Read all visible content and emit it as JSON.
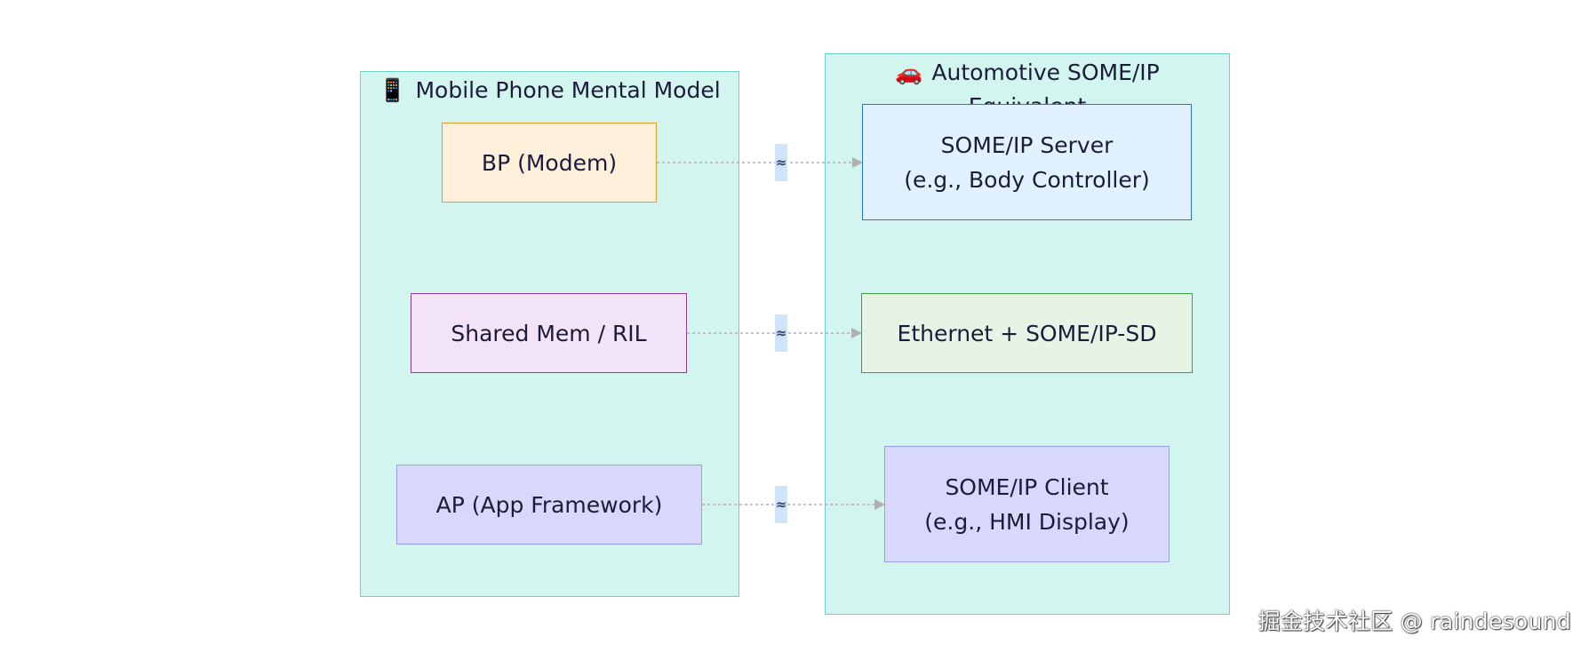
{
  "clusters": {
    "mobile": {
      "icon": "mobile-phone-icon",
      "emoji": "📱",
      "title": "Mobile Phone Mental Model"
    },
    "automotive": {
      "icon": "car-icon",
      "emoji": "🚗",
      "title": "Automotive SOME/IP Equivalent"
    }
  },
  "nodes": {
    "bp": {
      "lines": [
        "BP (Modem)"
      ]
    },
    "ril": {
      "lines": [
        "Shared Mem / RIL"
      ]
    },
    "ap": {
      "lines": [
        "AP (App Framework)"
      ]
    },
    "server": {
      "lines": [
        "SOME/IP Server",
        "(e.g., Body Controller)"
      ]
    },
    "ethernet": {
      "lines": [
        "Ethernet + SOME/IP-SD"
      ]
    },
    "client": {
      "lines": [
        "SOME/IP Client",
        "(e.g., HMI Display)"
      ]
    }
  },
  "edges": [
    {
      "from": "bp",
      "to": "server",
      "label": "≈"
    },
    {
      "from": "ril",
      "to": "ethernet",
      "label": "≈"
    },
    {
      "from": "ap",
      "to": "client",
      "label": "≈"
    }
  ],
  "colors": {
    "cluster_fill": "#d3f5ef",
    "cluster_border": "#6fd0c6",
    "bp_fill": "#fff0dc",
    "bp_border": "#e69a2e",
    "ril_fill": "#f3e3f6",
    "ril_border": "#8e3ba0",
    "ap_fill": "#d8d8fb",
    "ap_border": "#9e9cf0",
    "server_fill": "#e1f1fd",
    "server_border": "#2f6fd0",
    "ethernet_fill": "#e6f4e6",
    "ethernet_border": "#3f9a4a",
    "client_fill": "#d8d8fb",
    "client_border": "#9e9cf0",
    "edge": "#b0b0b0",
    "edge_label_bg": "#cfe4f6"
  },
  "watermark": "掘金技术社区 @ raindesound"
}
